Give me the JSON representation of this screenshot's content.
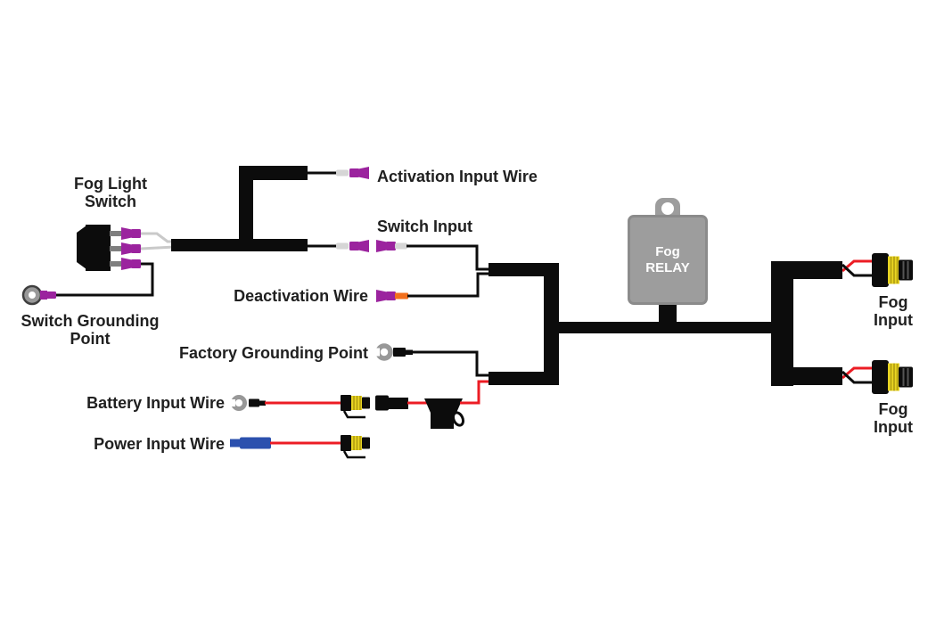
{
  "colors": {
    "background": "#ffffff",
    "harness_black": "#0c0c0c",
    "label_text": "#202020",
    "relay_fill": "#9d9d9d",
    "relay_border": "#8b8b8b",
    "relay_text": "#ffffff",
    "connector_purple": "#9b239e",
    "crimp_gray": "#d6d6d6",
    "crimp_orange": "#f3701d",
    "wire_gray": "#c9c9c9",
    "wire_red": "#ec1c24",
    "terminal_metal": "#989898",
    "butt_connector_blue": "#2b50ae",
    "seal_yellow": "#e9d522",
    "seal_yellow_dark": "#b09c12",
    "switch_terminal_gray": "#7f7f7f",
    "socket_rib_gray": "#555555"
  },
  "labels": {
    "fog_light_switch": [
      "Fog Light",
      "Switch"
    ],
    "switch_grounding_point": [
      "Switch Grounding",
      "Point"
    ],
    "activation_input_wire": "Activation Input Wire",
    "switch_input": "Switch Input",
    "deactivation_wire": "Deactivation Wire",
    "factory_grounding_point": "Factory Grounding Point",
    "battery_input_wire": "Battery Input Wire",
    "power_input_wire": "Power Input Wire",
    "fog_relay": [
      "Fog",
      "RELAY"
    ],
    "fog_input_top": [
      "Fog",
      "Input"
    ],
    "fog_input_bottom": [
      "Fog",
      "Input"
    ]
  },
  "components": [
    "rocker-switch",
    "spade-quick-disconnect-connector",
    "ring-terminal",
    "fork-terminal",
    "butt-connector",
    "weatherproof-sealed-connector",
    "inline-fuse-holder",
    "fog-relay",
    "bulb-socket-connector",
    "wiring-harness-trunk"
  ]
}
